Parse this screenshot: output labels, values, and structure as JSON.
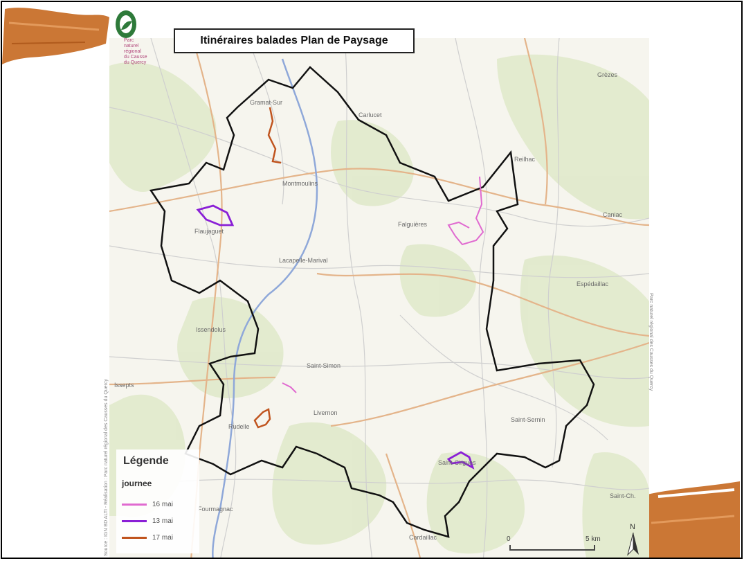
{
  "map": {
    "title": "Itinéraires balades Plan de Paysage",
    "logo_text": [
      "Parc",
      "naturel",
      "régional",
      "du Causse",
      "du Quercy"
    ],
    "places": [
      {
        "name": "Gramat-Sur"
      },
      {
        "name": "Carlucet"
      },
      {
        "name": "Montmoulins"
      },
      {
        "name": "Reilhac"
      },
      {
        "name": "Flaujaguet"
      },
      {
        "name": "Falguières"
      },
      {
        "name": "Lacapelle-Marival"
      },
      {
        "name": "Issendolus"
      },
      {
        "name": "Saint-Simon"
      },
      {
        "name": "Livernon"
      },
      {
        "name": "Rudelle"
      },
      {
        "name": "Saint-Sernin"
      },
      {
        "name": "Cardaillac"
      },
      {
        "name": "Saint-Ch."
      },
      {
        "name": "Grèzes"
      },
      {
        "name": "Espédaillac"
      },
      {
        "name": "Caniac"
      },
      {
        "name": "Issepts"
      },
      {
        "name": "Fourmagnac"
      },
      {
        "name": "Saint-Cirgues"
      }
    ],
    "credit_left": "Source : IGN BD ALTI - Réalisation : Parc naturel régional des Causses du Quercy",
    "credit_right": "Parc naturel régional des Causses du Quercy"
  },
  "legend": {
    "title": "Légende",
    "subtitle": "journee",
    "items": [
      {
        "label": "16 mai",
        "color": "#e06ad0"
      },
      {
        "label": "13 mai",
        "color": "#8a1fd6"
      },
      {
        "label": "17 mai",
        "color": "#c0541e"
      }
    ]
  },
  "scale": {
    "start_label": "0",
    "end_label": "5 km"
  },
  "north": {
    "label": "N"
  },
  "colors": {
    "boundary": "#111111",
    "river": "#8fa8d9",
    "road_major": "#e4b48a",
    "road_minor": "#c9c9c9",
    "forest": "#dfe9c9",
    "brush": "#c8702a"
  }
}
